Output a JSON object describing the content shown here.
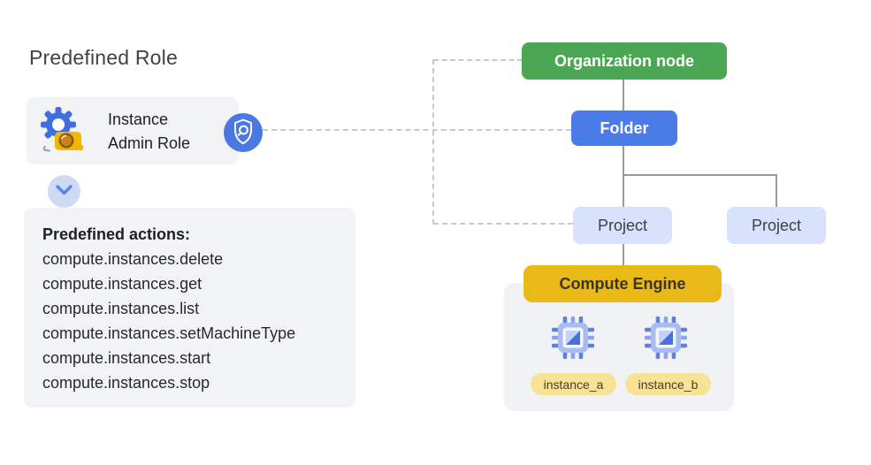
{
  "left_panel": {
    "title": "Predefined Role",
    "role_card": {
      "icon": "iam-role-gear-icon",
      "label_line1": "Instance",
      "label_line2": "Admin Role"
    },
    "badge": {
      "icon": "shield-magnifier-icon"
    },
    "expand": {
      "icon": "chevron-down-icon"
    },
    "actions_card": {
      "heading": "Predefined actions:",
      "items": [
        "compute.instances.delete",
        "compute.instances.get",
        "compute.instances.list",
        "compute.instances.setMachineType",
        "compute.instances.start",
        "compute.instances.stop"
      ]
    }
  },
  "hierarchy": {
    "organization": {
      "label": "Organization node"
    },
    "folder": {
      "label": "Folder"
    },
    "projects": [
      {
        "label": "Project"
      },
      {
        "label": "Project"
      }
    ],
    "compute_engine": {
      "label": "Compute Engine"
    },
    "instances": [
      {
        "icon": "compute-chip-icon",
        "label": "instance_a"
      },
      {
        "icon": "compute-chip-icon",
        "label": "instance_b"
      }
    ]
  },
  "colors": {
    "organization": "#4CA754",
    "folder": "#4B7BE6",
    "project": "#D9E2FC",
    "compute_engine": "#E9BA17",
    "instance_pill": "#F8E295",
    "badge_circle": "#4B79E4",
    "chevron_circle": "#CFDAF7",
    "card_bg": "#F1F3F4"
  }
}
